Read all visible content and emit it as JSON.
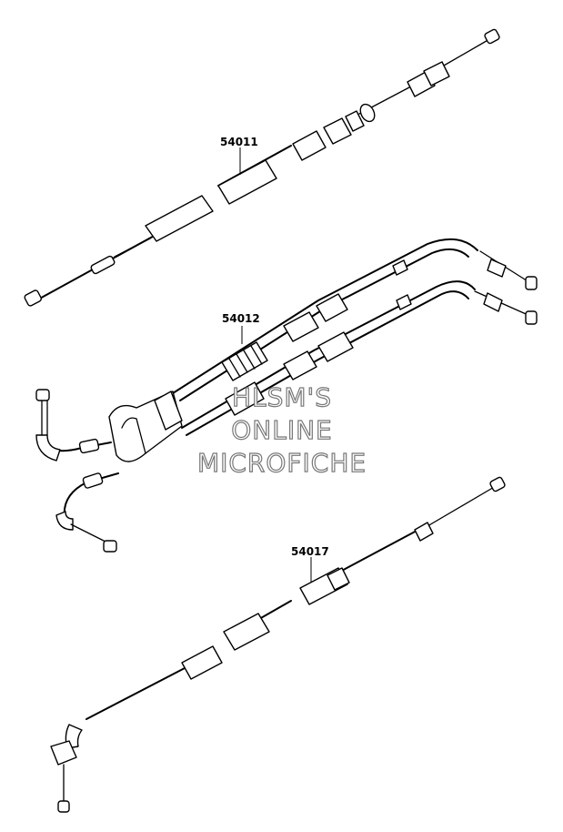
{
  "parts": [
    {
      "number": "54011"
    },
    {
      "number": "54012"
    },
    {
      "number": "54017"
    }
  ],
  "watermark": {
    "line1": "HLSM'S",
    "line2": "ONLINE",
    "line3": "MICROFICHE"
  }
}
